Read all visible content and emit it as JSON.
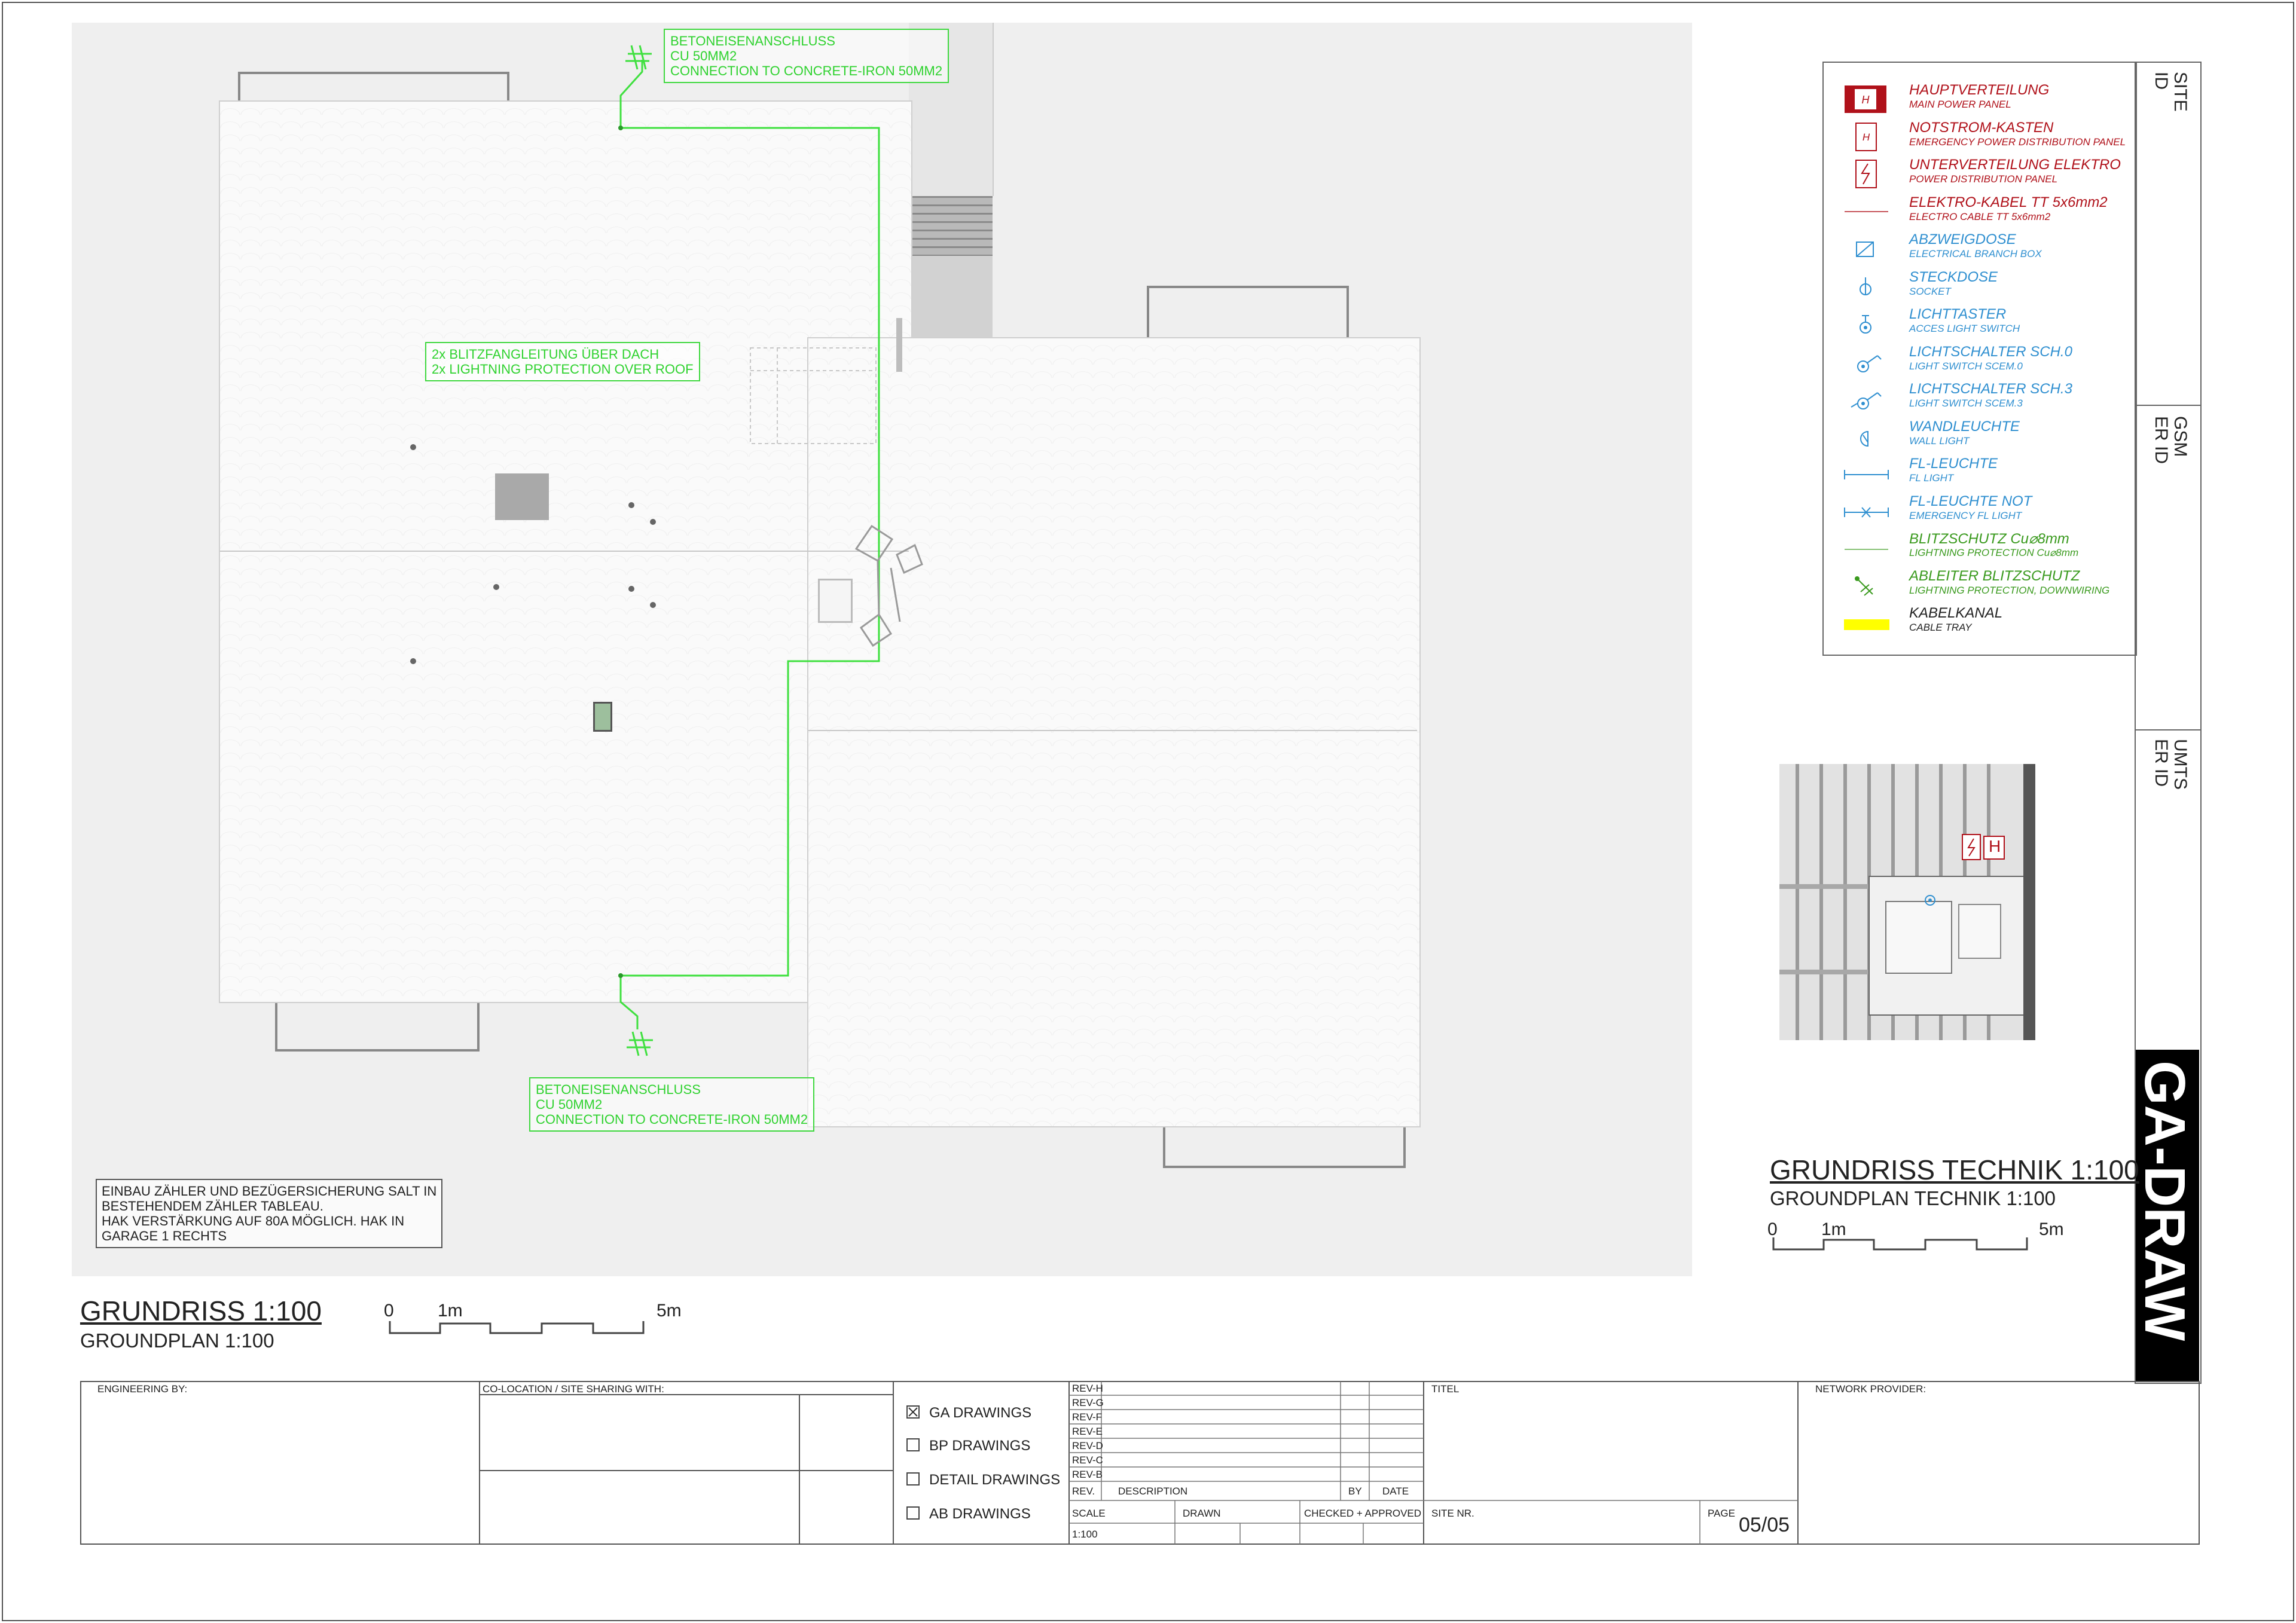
{
  "plan": {
    "annotations": {
      "top_connection": [
        "BETONEISENANSCHLUSS",
        "CU 50MM2",
        "CONNECTION TO CONCRETE-IRON 50MM2"
      ],
      "bottom_connection": [
        "BETONEISENANSCHLUSS",
        "CU 50MM2",
        "CONNECTION TO CONCRETE-IRON 50MM2"
      ],
      "roof_lightning": [
        "2x BLITZFANGLEITUNG ÜBER DACH",
        "2x LIGHTNING PROTECTION OVER ROOF"
      ],
      "meter_note": [
        "EINBAU ZÄHLER UND BEZÜGERSICHERUNG SALT IN",
        "BESTEHENDEM ZÄHLER TABLEAU.",
        "HAK VERSTÄRKUNG AUF 80A MÖGLICH. HAK IN",
        "GARAGE 1 RECHTS"
      ]
    },
    "title": "GRUNDRISS  1:100",
    "subtitle": "GROUNDPLAN  1:100",
    "scale_labels": {
      "zero": "0",
      "one": "1m",
      "five": "5m"
    }
  },
  "legend": {
    "items": [
      {
        "title": "HAUPTVERTEILUNG",
        "subtitle": "MAIN POWER PANEL",
        "color": "#b0111a",
        "icon": "main-panel-icon"
      },
      {
        "title": "NOTSTROM-KASTEN",
        "subtitle": "EMERGENCY POWER DISTRIBUTION PANEL",
        "color": "#b0111a",
        "icon": "emergency-panel-icon"
      },
      {
        "title": "UNTERVERTEILUNG ELEKTRO",
        "subtitle": "POWER DISTRIBUTION PANEL",
        "color": "#b0111a",
        "icon": "distribution-panel-icon"
      },
      {
        "title": "ELEKTRO-KABEL TT 5x6mm2",
        "subtitle": "ELECTRO CABLE TT 5x6mm2",
        "color": "#b0111a",
        "icon": "cable-line-icon"
      },
      {
        "title": "ABZWEIGDOSE",
        "subtitle": "ELECTRICAL BRANCH BOX",
        "color": "#2f8fd0",
        "icon": "branch-box-icon"
      },
      {
        "title": "STECKDOSE",
        "subtitle": "SOCKET",
        "color": "#2f8fd0",
        "icon": "socket-icon"
      },
      {
        "title": "LICHTTASTER",
        "subtitle": "ACCES LIGHT SWITCH",
        "color": "#2f8fd0",
        "icon": "light-button-icon"
      },
      {
        "title": "LICHTSCHALTER SCH.0",
        "subtitle": "LIGHT SWITCH SCEM.0",
        "color": "#2f8fd0",
        "icon": "light-switch-0-icon"
      },
      {
        "title": "LICHTSCHALTER SCH.3",
        "subtitle": "LIGHT SWITCH SCEM.3",
        "color": "#2f8fd0",
        "icon": "light-switch-3-icon"
      },
      {
        "title": "WANDLEUCHTE",
        "subtitle": "WALL LIGHT",
        "color": "#2f8fd0",
        "icon": "wall-light-icon"
      },
      {
        "title": "FL-LEUCHTE",
        "subtitle": "FL LIGHT",
        "color": "#2f8fd0",
        "icon": "fl-light-icon"
      },
      {
        "title": "FL-LEUCHTE NOT",
        "subtitle": "EMERGENCY FL LIGHT",
        "color": "#2f8fd0",
        "icon": "emergency-fl-light-icon"
      },
      {
        "title": "BLITZSCHUTZ Cu⌀8mm",
        "subtitle": "LIGHTNING PROTECTION Cu⌀8mm",
        "color": "#3a9a1e",
        "icon": "lightning-line-icon"
      },
      {
        "title": "ABLEITER BLITZSCHUTZ",
        "subtitle": "LIGHTNING PROTECTION, DOWNWIRING",
        "color": "#3a9a1e",
        "icon": "downwiring-icon"
      },
      {
        "title": "KABELKANAL",
        "subtitle": "CABLE TRAY",
        "color": "#222222",
        "icon": "cable-tray-icon"
      }
    ]
  },
  "side_labels": {
    "site_id": "SITE\nID",
    "gsm_id": "GSM\nER ID",
    "umts_id": "UMTS\nER ID",
    "sheet_type": "GA-DRAW"
  },
  "mini_plan": {
    "title": "GRUNDRISS TECHNIK  1:100",
    "subtitle": "GROUNDPLAN TECHNIK  1:100",
    "scale_labels": {
      "zero": "0",
      "one": "1m",
      "five": "5m"
    },
    "panel_letter": "H"
  },
  "title_block": {
    "engineering_by": "ENGINEERING BY:",
    "colocation": "CO-LOCATION / SITE SHARING WITH:",
    "drawing_types": [
      {
        "label": "GA DRAWINGS",
        "checked": true
      },
      {
        "label": "BP DRAWINGS",
        "checked": false
      },
      {
        "label": "DETAIL DRAWINGS",
        "checked": false
      },
      {
        "label": "AB DRAWINGS",
        "checked": false
      }
    ],
    "revisions": [
      "REV-H",
      "REV-G",
      "REV-F",
      "REV-E",
      "REV-D",
      "REV-C",
      "REV-B"
    ],
    "rev_header": {
      "rev": "REV.",
      "description": "DESCRIPTION",
      "by": "BY",
      "date": "DATE"
    },
    "scale_header": "SCALE",
    "scale_value": "1:100",
    "drawn_header": "DRAWN",
    "checked_header": "CHECKED + APPROVED",
    "titel": "TITEL",
    "site_nr": "SITE NR.",
    "page_label": "PAGE",
    "page_value": "05/05",
    "network_provider": "NETWORK PROVIDER:"
  }
}
